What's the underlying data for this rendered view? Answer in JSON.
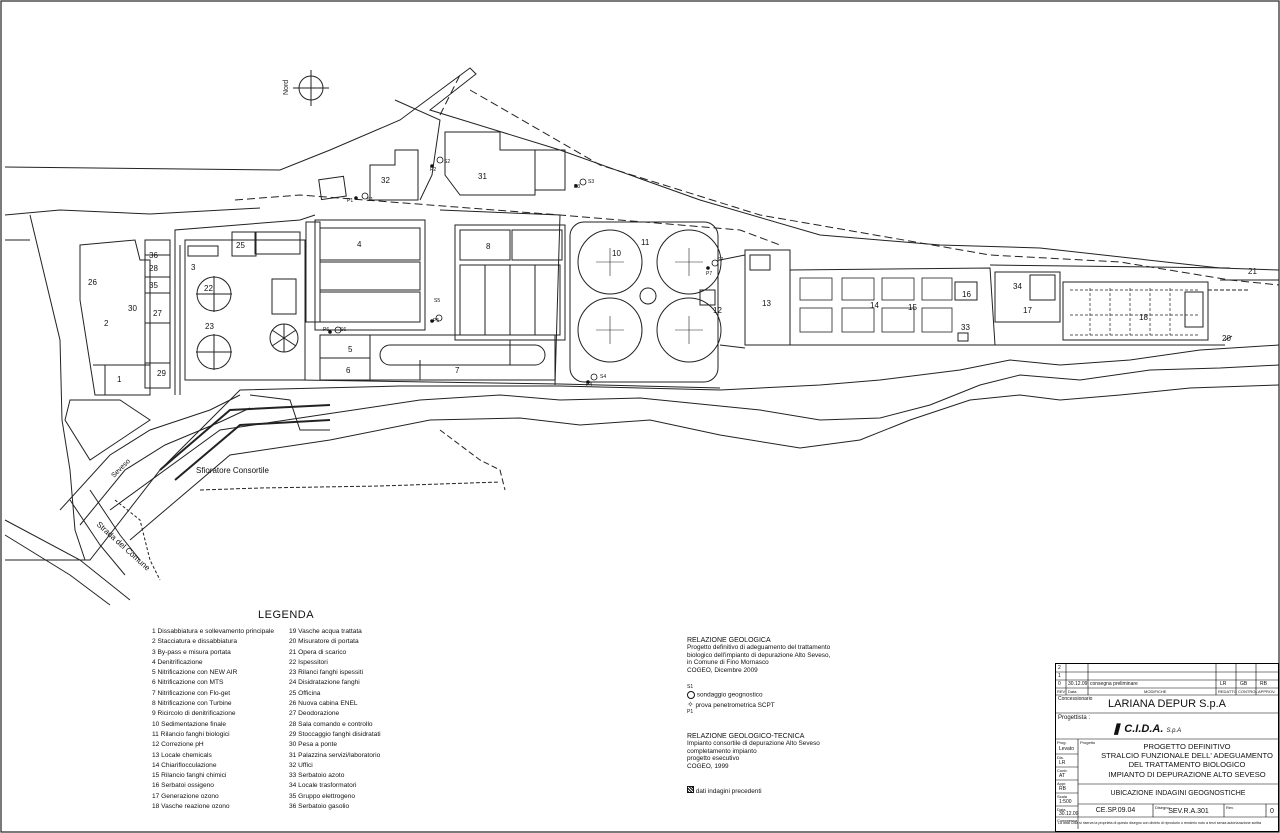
{
  "plan": {
    "north_label": "Nord",
    "stream_label": "Seveso",
    "overflow_label": "Sfioratore Consortile",
    "road_label": "Strada del Comune",
    "unit_numbers": [
      "1",
      "2",
      "3",
      "4",
      "5",
      "6",
      "7",
      "8",
      "10",
      "11",
      "12",
      "13",
      "14",
      "15",
      "16",
      "17",
      "18",
      "20",
      "21",
      "22",
      "23",
      "25",
      "26",
      "27",
      "28",
      "29",
      "30",
      "31",
      "32",
      "33",
      "34",
      "35",
      "36"
    ],
    "probe_labels": [
      "S1",
      "S2",
      "S3",
      "S4",
      "S5",
      "S6",
      "S7",
      "P1",
      "P2",
      "P3",
      "P4",
      "P5",
      "P6",
      "P7"
    ]
  },
  "legend": {
    "title": "LEGENDA",
    "col1": [
      "1  Dissabbiatura e sollevamento principale",
      "2  Stacciatura e dissabbiatura",
      "3  By-pass e misura portata",
      "4  Denitrificazione",
      "5  Nitrificazione con NEW AIR",
      "6  Nitrificazione con MTS",
      "7  Nitrificazione con Flo-get",
      "8  Nitrificazione con Turbine",
      "9  Ricircolo di denitrificazione",
      "10  Sedimentazione finale",
      "11  Rilancio fanghi biologici",
      "12  Correzione pH",
      "13  Locale chemicals",
      "14  Chiariflocculazione",
      "15  Rilancio fanghi chimici",
      "16  Serbatoi ossigeno",
      "17  Generazione ozono",
      "18  Vasche reazione ozono"
    ],
    "col2": [
      "19  Vasche acqua trattata",
      "20  Misuratore di portata",
      "21  Opera di scarico",
      "22  Ispessitori",
      "23  Rilanci fanghi ispessiti",
      "24  Disidratazione fanghi",
      "25  Officina",
      "26  Nuova cabina ENEL",
      "27  Deodorazione",
      "28  Sala comando e controllo",
      "29  Stoccaggio fanghi disidratati",
      "30  Pesa a ponte",
      "31  Palazzina servizi/laboratorio",
      "32  Uffici",
      "33  Serbatoio azoto",
      "34  Locale trasformatori",
      "35  Gruppo elettrogeno",
      "36  Serbatoio gasolio"
    ]
  },
  "relazioni": {
    "geologica_title": "RELAZIONE GEOLOGICA",
    "geologica_lines": [
      "Progetto definitivo di adeguamento del trattamento",
      "biologico dell'impianto di depurazione Alto Seveso,",
      "in Comune di Fino Mornasco",
      "COGEO, Dicembre 2009"
    ],
    "sondaggio_code": "S1",
    "sondaggio_label": "sondaggio geognostico",
    "prova_code": "P1",
    "prova_label": "prova penetrometrica SCPT",
    "tecnica_title": "RELAZIONE GEOLOGICO-TECNICA",
    "tecnica_lines": [
      "Impianto consortile di depurazione Alto Seveso",
      "completamento impianto",
      "progetto esecutivo",
      "COGEO, 1999"
    ],
    "precedenti_label": "dati indagini precedenti"
  },
  "title_block": {
    "rev_rows": [
      {
        "n": "2",
        "date": "",
        "desc": "",
        "a": "",
        "b": "",
        "c": ""
      },
      {
        "n": "1",
        "date": "",
        "desc": "",
        "a": "",
        "b": "",
        "c": ""
      },
      {
        "n": "0",
        "date": "30.12.09",
        "desc": "consegna preliminare",
        "a": "LR",
        "b": "GB",
        "c": "RB"
      }
    ],
    "rev_header": {
      "n": "REV",
      "date": "Data",
      "desc": "MODIFICHE",
      "a": "REDATTO",
      "b": "CONTROL",
      "c": "APPROV."
    },
    "concessionario_label": "Concessionario",
    "client": "LARIANA DEPUR S.p.A",
    "progettista_label": "Progettista :",
    "designer": "C.I.D.A.",
    "designer_suffix": "S.p.A",
    "side_labels": {
      "prog_label": "Prog.",
      "prog": "Levato",
      "dis_label": "Dis.",
      "dis": "LR",
      "contr_label": "Contr.",
      "contr": "AT",
      "appr_label": "Appr.",
      "appr": "RB",
      "scala_label": "Scala",
      "scala": "1:500",
      "data_label": "Data",
      "data": "30.12.09",
      "commessa_label": "Commessa"
    },
    "progetto_label": "Progetto",
    "project_lines": [
      "PROGETTO DEFINITIVO",
      "STRALCIO FUNZIONALE DELL' ADEGUAMENTO",
      "DEL TRATTAMENTO BIOLOGICO",
      "IMPIANTO DI DEPURAZIONE ALTO SEVESO"
    ],
    "drawing_title": "UBICAZIONE INDAGINI GEOGNOSTICHE",
    "commessa": "CE.SP.09.04",
    "disegno_label": "Disegno",
    "disegno": "SEV.R.A.301",
    "rev_label": "Rev.",
    "rev": "0",
    "footer_note": "La ditta Cida si riserva la proprieta di questo disegno con divieto di riprodurlo o renderlo noto a terzi senza autorizzazione scritta"
  }
}
